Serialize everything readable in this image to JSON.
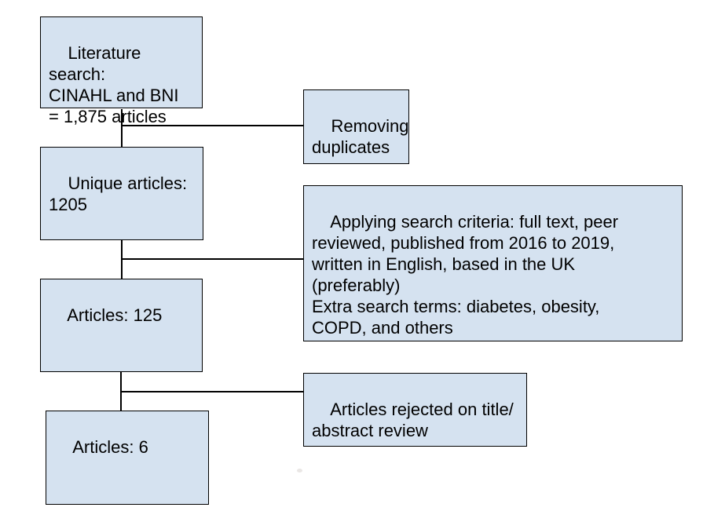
{
  "diagram": {
    "type": "flowchart",
    "colors": {
      "box_fill": "#d5e2f0",
      "box_border": "#000000",
      "connector": "#000000",
      "background": "#ffffff"
    },
    "main_boxes": [
      {
        "id": "literature-search",
        "text": "Literature\nsearch:\nCINAHL and BNI\n= 1,875 articles"
      },
      {
        "id": "unique-articles",
        "text": "Unique articles:\n1205"
      },
      {
        "id": "articles-125",
        "text": "Articles: 125"
      },
      {
        "id": "articles-6",
        "text": "Articles: 6"
      }
    ],
    "side_boxes": [
      {
        "id": "removing-duplicates",
        "text": "Removing\nduplicates"
      },
      {
        "id": "applying-criteria",
        "text": "Applying search criteria: full text, peer\nreviewed, published from 2016 to 2019,\nwritten in English, based in the UK\n(preferably)\nExtra search terms: diabetes, obesity,\nCOPD, and others"
      },
      {
        "id": "articles-rejected",
        "text": "Articles rejected on title/\nabstract review"
      }
    ]
  }
}
